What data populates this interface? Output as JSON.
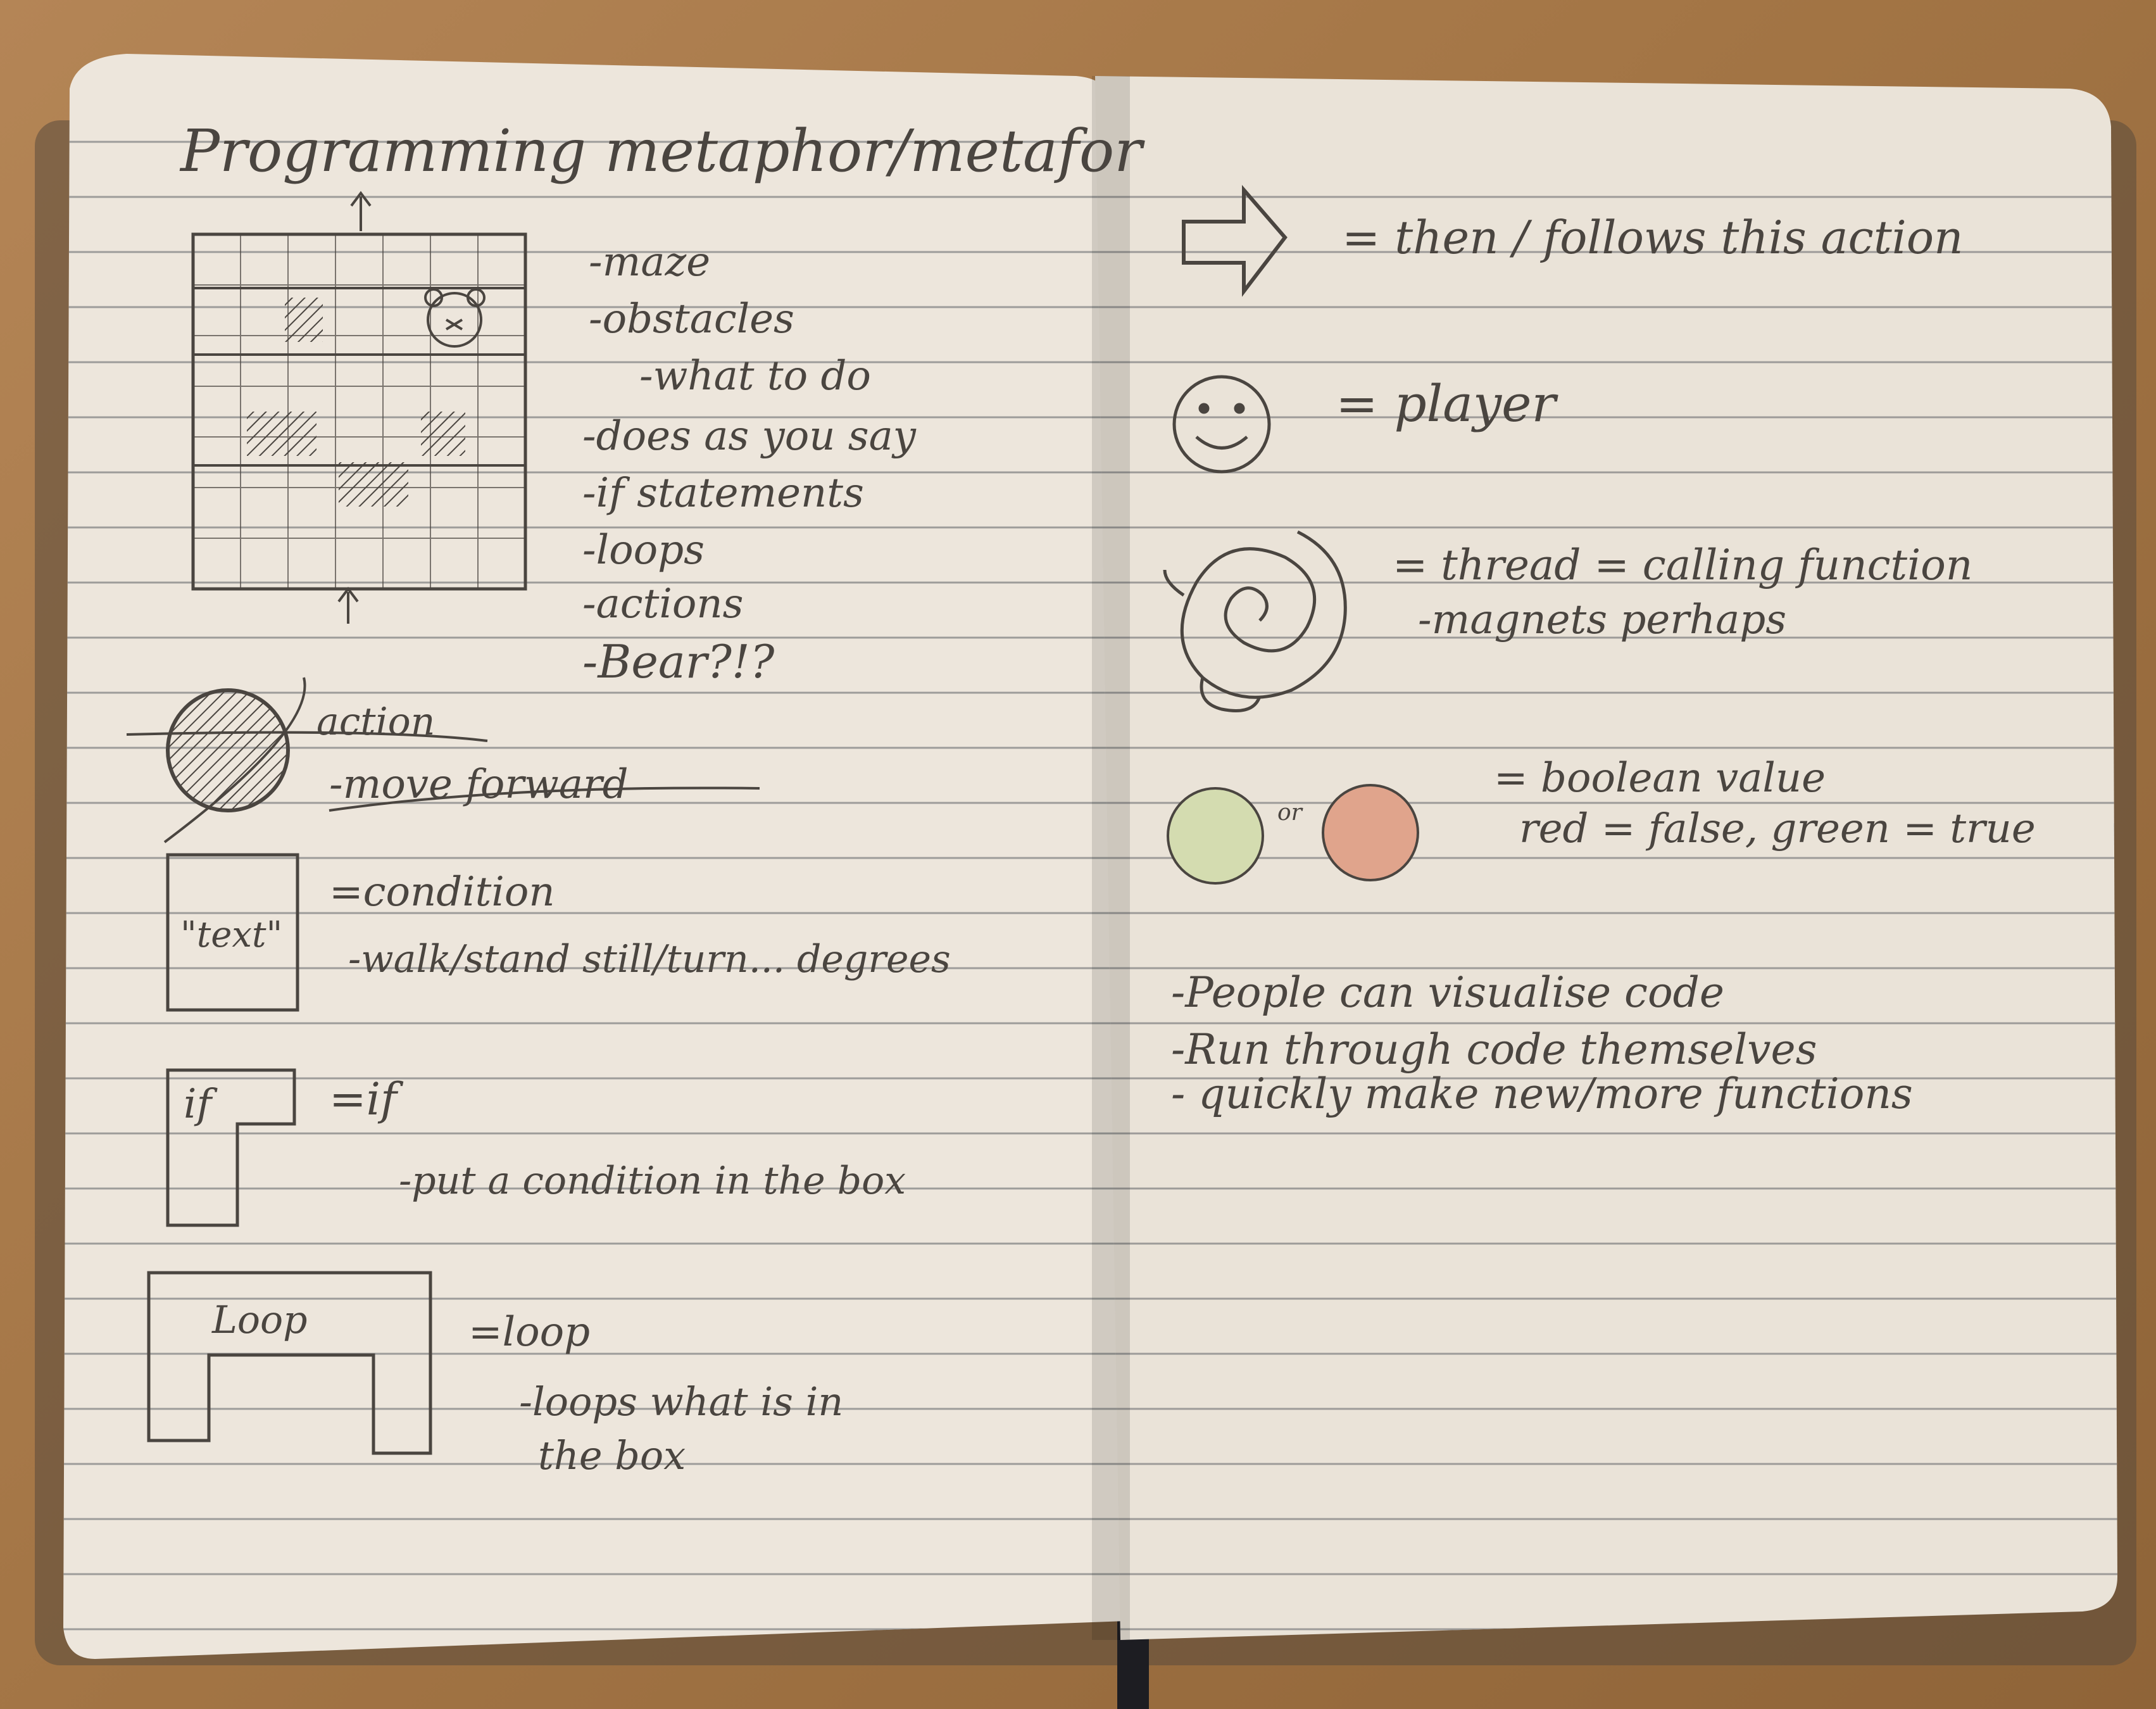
{
  "left_page": {
    "title": "Programming metaphor/metafor",
    "maze_notes": [
      "-maze",
      "-obstacles",
      "-what to do",
      "-does as you say",
      "-if statements",
      "-loops",
      "-actions",
      "-Bear?!?"
    ],
    "action": {
      "heading": "action",
      "item": "-move forward"
    },
    "condition": {
      "box_text": "\"text\"",
      "heading": "=condition",
      "item": "-walk/stand still/turn... degrees"
    },
    "if_block": {
      "box_text": "if",
      "heading": "=if",
      "item": "-put a condition in the box"
    },
    "loop_block": {
      "box_text": "Loop",
      "heading": "=loop",
      "item_line1": "-loops what is in",
      "item_line2": "the box"
    }
  },
  "right_page": {
    "arrow_text": "= then / follows this action",
    "player_text": "= player",
    "thread_line1": "= thread = calling function",
    "thread_line2": "-magnets perhaps",
    "boolean_or": "or",
    "boolean_line1": "= boolean value",
    "boolean_line2": "red = false, green = true",
    "notes": [
      "-People can visualise code",
      "-Run through code themselves",
      "- quickly make new/more functions"
    ]
  },
  "colors": {
    "paper": "#ede6dc",
    "pencil": "#4a4540",
    "rule_line": "#8a8a8a",
    "green_circle": "#d4dcb0",
    "red_circle": "#e0a48c",
    "desk": "#a37545"
  }
}
